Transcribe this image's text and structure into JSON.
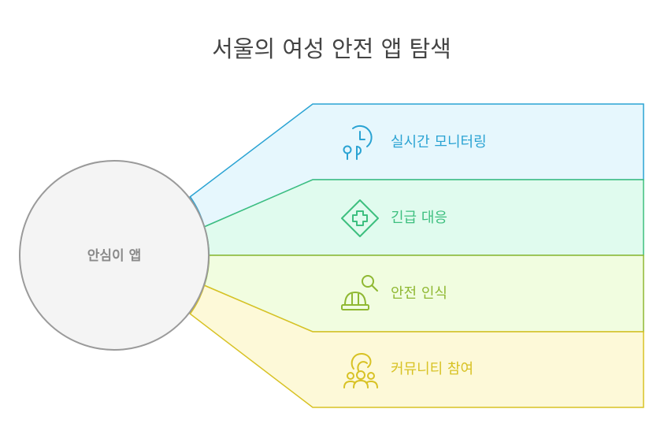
{
  "title": "서울의 여성 안전 앱 탐색",
  "hub": {
    "label": "안심이 앱"
  },
  "items": [
    {
      "label": "실시간 모니터링",
      "icon": "clock-location-icon",
      "color": "#2aa3d3",
      "fill": "#e6f7fd"
    },
    {
      "label": "긴급 대응",
      "icon": "medical-cross-icon",
      "color": "#3dbf7f",
      "fill": "#e0fbee"
    },
    {
      "label": "안전 인식",
      "icon": "hard-hat-search-icon",
      "color": "#8fb832",
      "fill": "#f1fde0"
    },
    {
      "label": "커뮤니티 참여",
      "icon": "community-people-icon",
      "color": "#d8c224",
      "fill": "#fdf9d8"
    }
  ]
}
